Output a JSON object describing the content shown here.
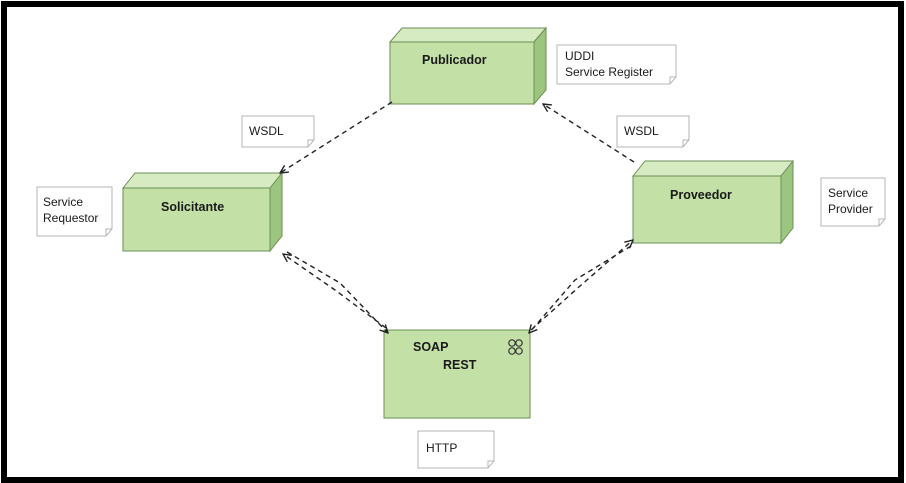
{
  "nodes": {
    "publicador": {
      "label": "Publicador"
    },
    "solicitante": {
      "label": "Solicitante"
    },
    "proveedor": {
      "label": "Proveedor"
    },
    "soap_rest": {
      "line1": "SOAP",
      "line2": "REST"
    }
  },
  "notes": {
    "uddi": {
      "line1": "UDDI",
      "line2": "Service Register"
    },
    "wsdl_left": {
      "text": "WSDL"
    },
    "wsdl_right": {
      "text": "WSDL"
    },
    "service_requestor": {
      "line1": "Service",
      "line2": "Requestor"
    },
    "service_provider": {
      "line1": "Service",
      "line2": "Provider"
    },
    "http": {
      "text": "HTTP"
    }
  },
  "colors": {
    "node_front": "#c3e0a6",
    "node_top": "#d7ebc2",
    "node_side": "#9cc57f",
    "node_border": "#6b8f55",
    "frame": "#000000",
    "note_border": "#b5b5b5",
    "arrow": "#222222"
  }
}
